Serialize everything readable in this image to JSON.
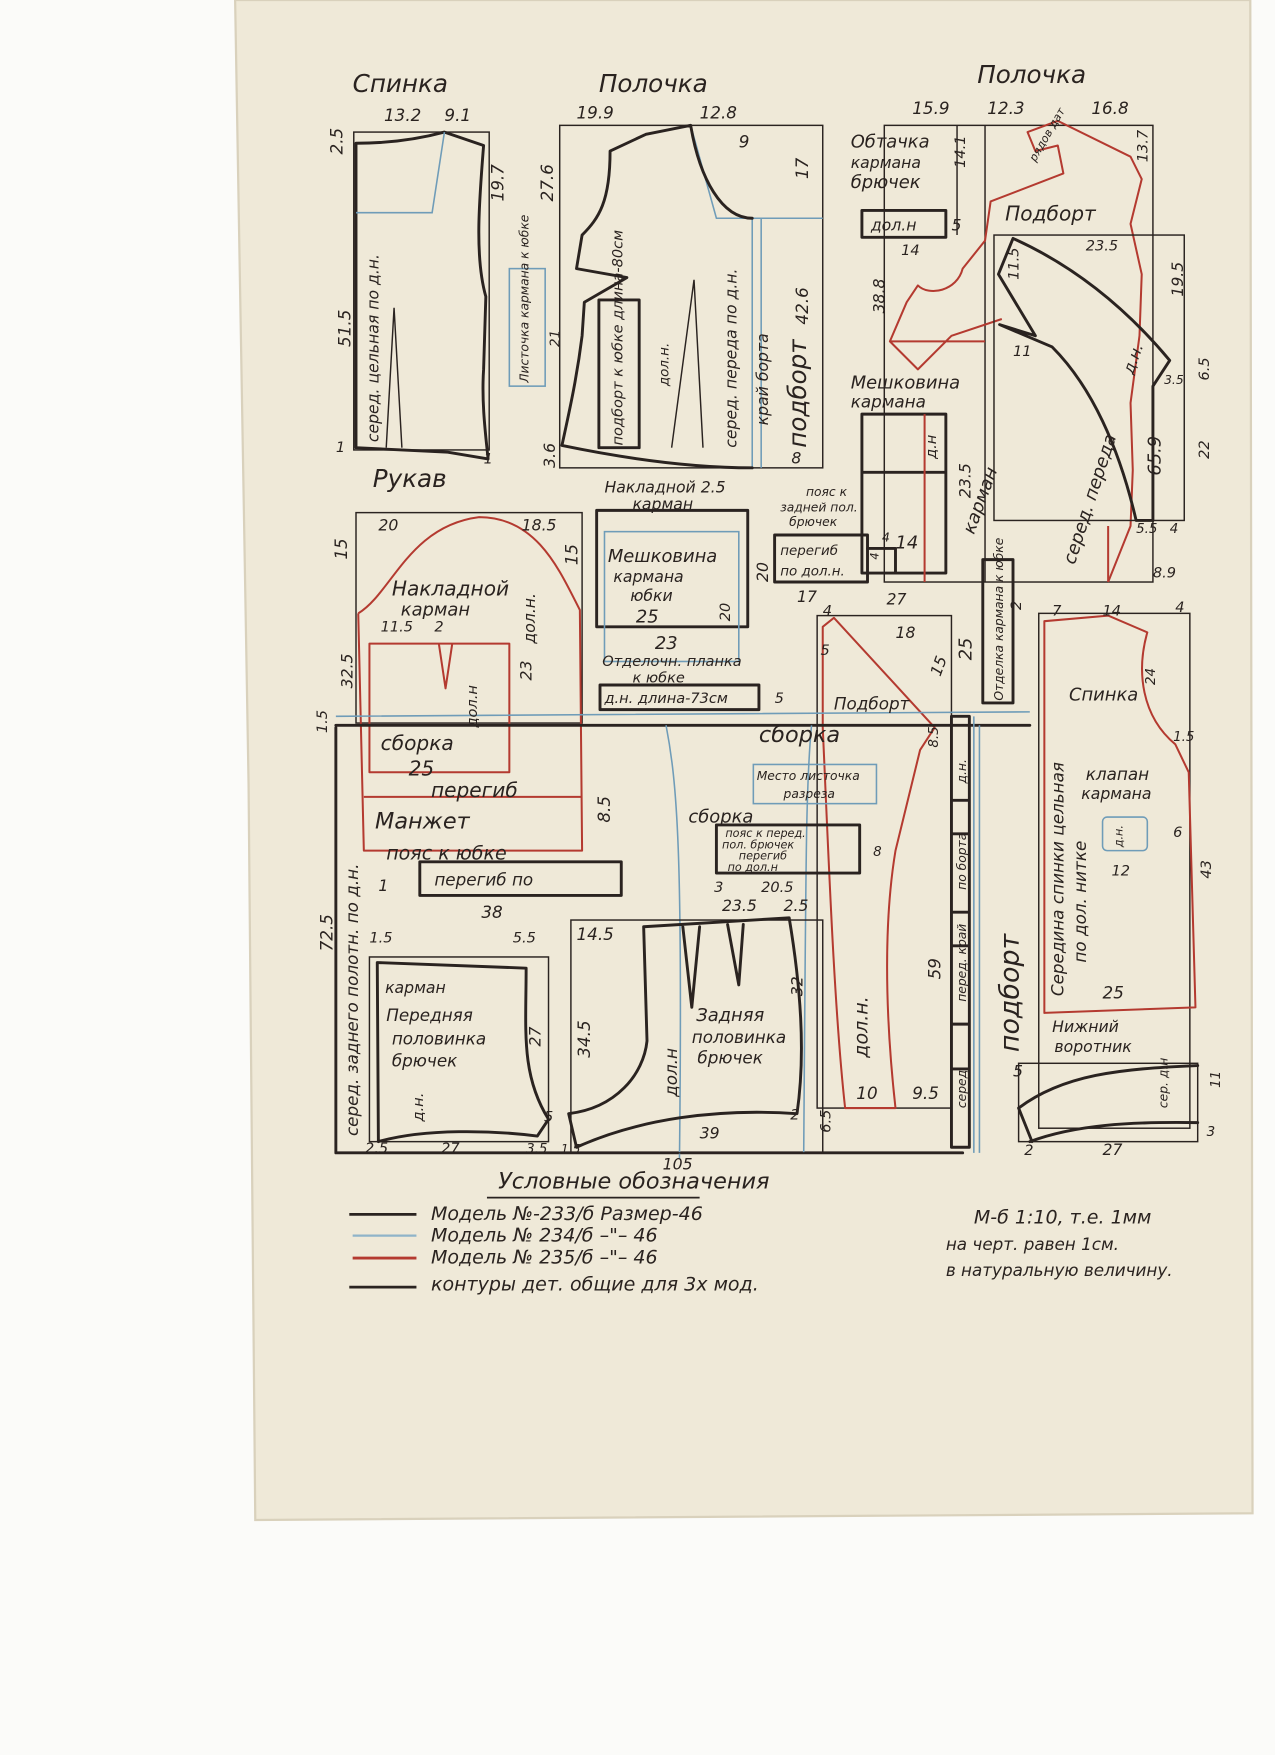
{
  "colors": {
    "paper": "#efe9d8",
    "ink": "#2a2320",
    "red": "#b43a30",
    "blue": "#6f9cb8"
  },
  "titles": {
    "back_top": "Спинка",
    "front_mid": "Полочка",
    "front_right": "Полочка",
    "sleeve": "Рукав"
  },
  "back": {
    "dims": [
      "13.2",
      "9.1",
      "2.5",
      "19.7",
      "51.5",
      "1",
      "1"
    ],
    "label": "серед. цельная по д.н."
  },
  "welt_piece": {
    "label": "Листочка кармана к юбке",
    "dim": "21"
  },
  "front_mid": {
    "dims": [
      "19.9",
      "12.8",
      "27.6",
      "9",
      "17",
      "42.6",
      "3.6",
      "8"
    ],
    "facing_box": "подборт к юбке длина-80см",
    "grain": "дол.н.",
    "center": "серед. переда по д.н.",
    "edge": "край борта",
    "facing": "подборт"
  },
  "front_right": {
    "dims": [
      "15.9",
      "12.3",
      "16.8",
      "14.1",
      "13.7",
      "5",
      "14",
      "23.5",
      "11.5",
      "19.5",
      "38.8",
      "11",
      "6.5",
      "3.5",
      "23.5",
      "14",
      "65.9",
      "22",
      "5.5",
      "4",
      "8.9",
      "4"
    ],
    "facing_pocket": [
      "Обтачка",
      "кармана",
      "брючек"
    ],
    "grain_box": "дол.н",
    "red_note": "рядов дат",
    "lapel_facing": "Подборт",
    "grain": "д.н.",
    "pocket_bag": [
      "Мешковина",
      "кармана"
    ],
    "bag_grain": "д.н",
    "pocket": "карман",
    "center": "серед. переда"
  },
  "sleeve": {
    "dims": [
      "20",
      "18.5",
      "15",
      "15",
      "11.5",
      "2",
      "32.5",
      "23",
      "25",
      "8.5",
      "1.5"
    ],
    "patch_pocket": [
      "Накладной",
      "карман"
    ],
    "grain1": "дол.н",
    "grain2": "дол.н.",
    "gather": "сборка",
    "fold": "перегиб",
    "cuff": "Манжет"
  },
  "patch_pocket_title": [
    "Накладной 2.5",
    "карман"
  ],
  "skirt_pocket_bag": {
    "lines": [
      "Мешковина",
      "кармана",
      "юбки"
    ],
    "dims": [
      "25",
      "20",
      "20",
      "23"
    ]
  },
  "skirt_trim": {
    "lines": [
      "Отделочн. планка",
      "к юбке"
    ],
    "box": "д.н. длина-73см",
    "dim": "5"
  },
  "back_waistband": {
    "lines": [
      "пояс к",
      "задней пол.",
      "брючек"
    ],
    "box": [
      "перегиб",
      "по дол.н."
    ],
    "dims": [
      "17",
      "27",
      "4"
    ]
  },
  "facing_piece": {
    "dims": [
      "4",
      "18",
      "5",
      "15",
      "25",
      "8.5"
    ],
    "label": "Подборт"
  },
  "pocket_trim": {
    "label": "Отделка кармана к юбке",
    "dims": [
      "2",
      "7",
      "14",
      "4"
    ]
  },
  "back_red": {
    "title": "Спинка",
    "dims": [
      "24",
      "1.5",
      "6",
      "12",
      "43",
      "25"
    ],
    "flap": [
      "клапан",
      "кармана"
    ],
    "flap_grain": "д.н.",
    "center": [
      "Середина спинки цельная",
      "по дол. нитке"
    ]
  },
  "skirt": {
    "gather1": "сборка",
    "slit_box": [
      "Место листочка",
      "разреза"
    ],
    "gather2": "сборка",
    "front_band_box": [
      "пояс к перед.",
      "пол. брючек",
      "перегиб",
      "по дол.н"
    ],
    "dims": [
      "8",
      "3",
      "20.5",
      "23.5",
      "2.5"
    ]
  },
  "skirt_band": {
    "title": "пояс к юбке",
    "box": "перегиб по",
    "dims": [
      "1",
      "38"
    ]
  },
  "back_panel": {
    "dim": "72.5",
    "label": "серед. заднего полотн. по д.н."
  },
  "front_trousers": {
    "dims": [
      "1.5",
      "5.5",
      "27",
      "5",
      "2.5",
      "27",
      "3.5",
      "1.5"
    ],
    "pocket": "карман",
    "title": [
      "Передняя",
      "половинка",
      "брючек"
    ],
    "grain": "д.н."
  },
  "back_trousers": {
    "dims": [
      "14.5",
      "34.5",
      "32",
      "2",
      "6.5",
      "39",
      "105"
    ],
    "grain": "дол.н",
    "title": [
      "Задняя",
      "половинка",
      "брючек"
    ]
  },
  "long_facing": {
    "grain": "дол.н.",
    "dims": [
      "59",
      "10",
      "9.5"
    ]
  },
  "strips": {
    "s1": "д.н.",
    "s2": "по борта",
    "s3": "перед. край",
    "s4": "серед",
    "facing": "подборт"
  },
  "under_collar": {
    "title": [
      "Нижний",
      "воротник"
    ],
    "grain": "сер. д.н",
    "dims": [
      "5",
      "11",
      "3",
      "2",
      "27"
    ]
  },
  "legend": {
    "title": "Условные обозначения",
    "items": [
      {
        "text": "Модель №-233/б  Размер-46",
        "color": "#2a2320"
      },
      {
        "text": "Модель № 234/б    –\"–  46",
        "color": "#8fb4c9"
      },
      {
        "text": "Модель № 235/б    –\"–  46",
        "color": "#b43a30"
      },
      {
        "text": "контуры дет. общие для 3х мод.",
        "color": "#2a2320"
      }
    ],
    "scale": [
      "М-б 1:10, т.е. 1мм",
      "на черт. равен 1см.",
      "в натуральную величину."
    ]
  }
}
